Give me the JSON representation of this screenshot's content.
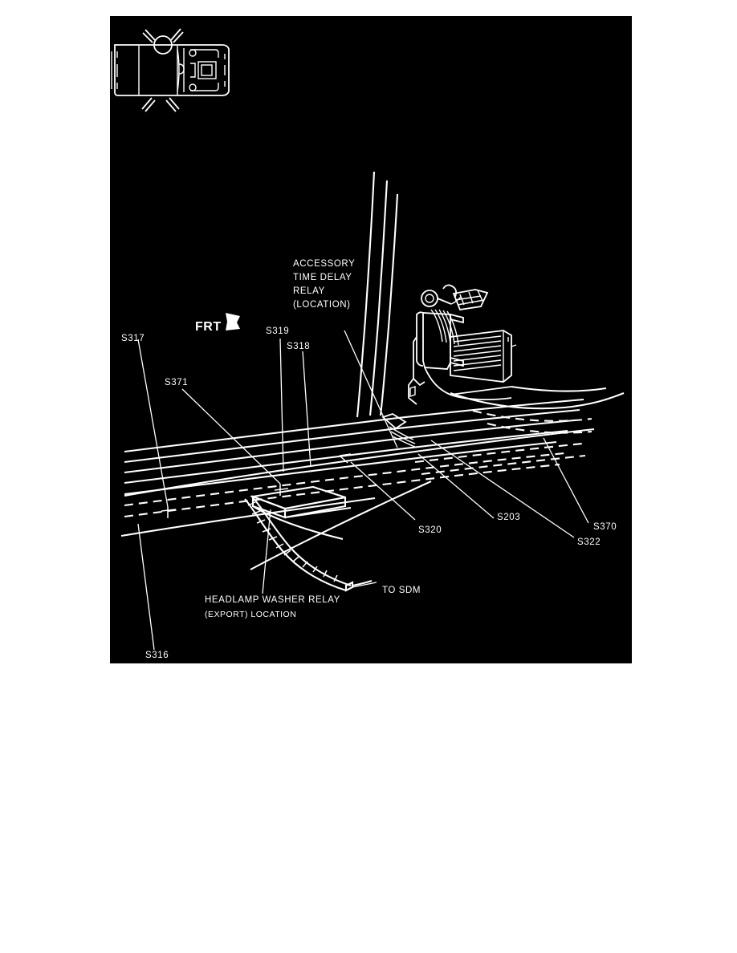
{
  "page": {
    "background_color": "#ffffff",
    "figure_background_color": "#000000",
    "line_color": "#ffffff"
  },
  "figure": {
    "orientation_marker": "FRT",
    "vehicle_locator_caption": "",
    "callouts": [
      {
        "id": "s317",
        "label": "S317"
      },
      {
        "id": "s371",
        "label": "S371"
      },
      {
        "id": "s319",
        "label": "S319"
      },
      {
        "id": "s318",
        "label": "S318"
      },
      {
        "id": "s316",
        "label": "S316"
      },
      {
        "id": "s320",
        "label": "S320"
      },
      {
        "id": "s203",
        "label": "S203"
      },
      {
        "id": "s370",
        "label": "S370"
      },
      {
        "id": "s322",
        "label": "S322"
      }
    ],
    "annotations": [
      {
        "id": "accessory-time-delay-relay",
        "line1": "ACCESSORY",
        "line2": "TIME DELAY",
        "line3": "RELAY",
        "line4": "(LOCATION)"
      },
      {
        "id": "headlamp-washer-relay",
        "line1": "HEADLAMP WASHER RELAY",
        "line2": "(EXPORT) LOCATION"
      },
      {
        "id": "to-sdm",
        "line1": "TO SDM"
      }
    ]
  }
}
